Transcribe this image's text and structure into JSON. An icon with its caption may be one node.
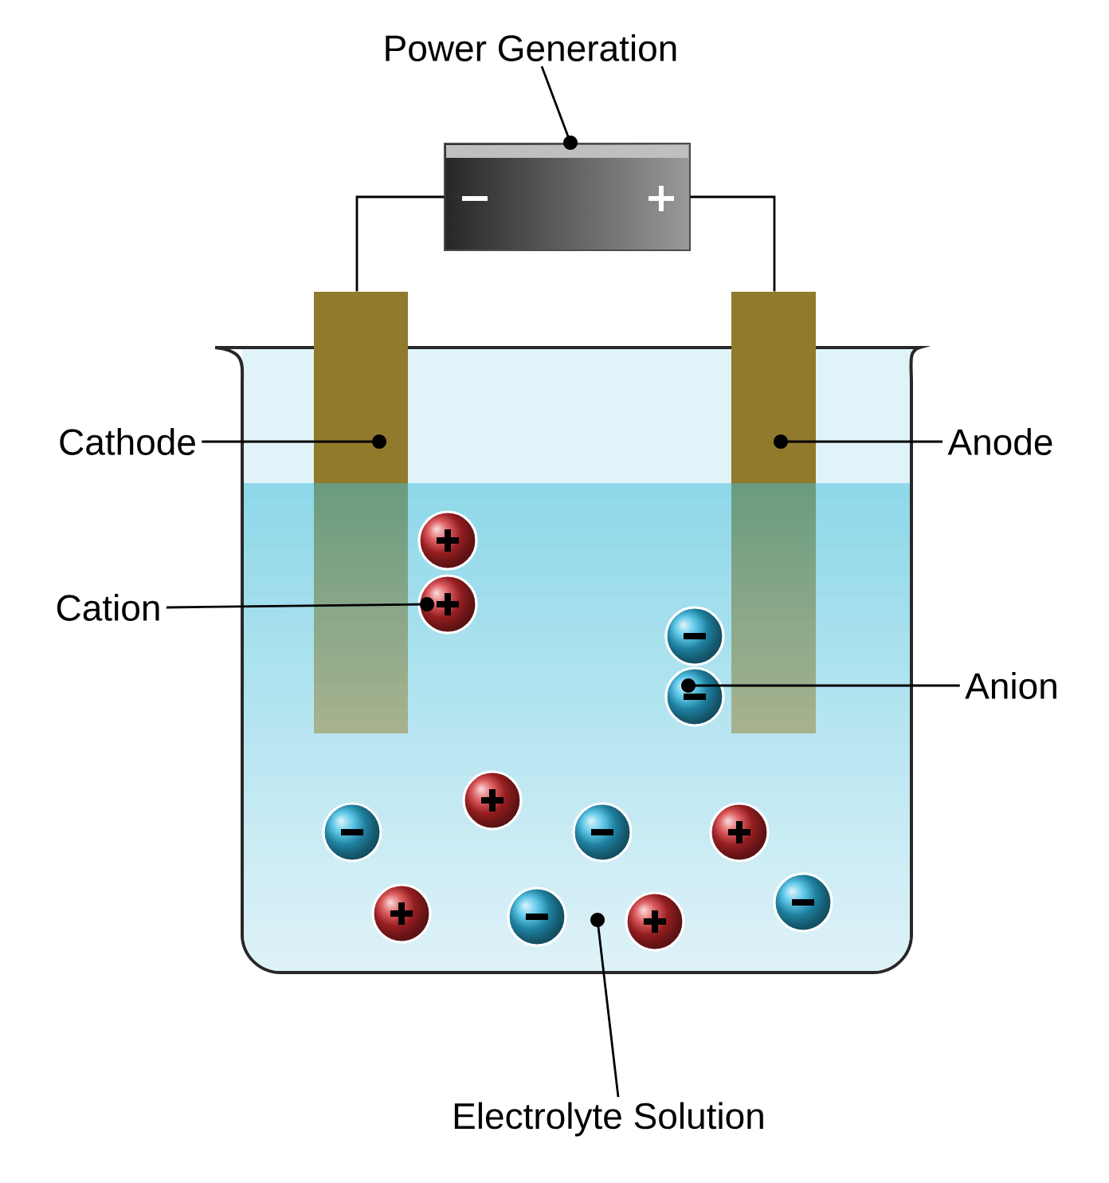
{
  "diagram": {
    "nodes": [
      {
        "text": [
          "Power Generation"
        ]
      },
      {
        "text": [],
        "shape": "picture"
      },
      {
        "text": [
          "Cathode"
        ]
      },
      {
        "text": [],
        "shape": "bar"
      },
      {
        "text": [
          "Anode"
        ]
      },
      {
        "text": [],
        "shape": "bar"
      },
      {
        "text": [
          "Cation"
        ]
      },
      {
        "text": [],
        "shape": "circle",
        "in": 11
      },
      {
        "text": [
          "Anion"
        ]
      },
      {
        "text": [],
        "shape": "circle",
        "in": 11
      },
      {
        "text": [
          "Electrolyte Solution"
        ]
      },
      {
        "text": [],
        "shape": "box"
      },
      {
        "text": [],
        "shape": "circle",
        "in": 11
      },
      {
        "text": [],
        "shape": "circle",
        "in": 11
      },
      {
        "text": [],
        "shape": "circle",
        "in": 11
      },
      {
        "text": [],
        "shape": "circle",
        "in": 11
      },
      {
        "text": [],
        "shape": "circle",
        "in": 11
      },
      {
        "text": [],
        "shape": "circle",
        "in": 11
      },
      {
        "text": [],
        "shape": "circle",
        "in": 11
      },
      {
        "text": [],
        "shape": "circle",
        "in": 11
      },
      {
        "text": [],
        "shape": "circle",
        "in": 11
      },
      {
        "text": [],
        "shape": "circle",
        "in": 11
      }
    ],
    "edges": [
      {
        "from": 0,
        "to": 1,
        "arrow": "other"
      },
      {
        "from": 1,
        "to": 3,
        "arrow": "none"
      },
      {
        "from": 1,
        "to": 5,
        "arrow": "none"
      },
      {
        "from": 2,
        "to": 3,
        "arrow": "other"
      },
      {
        "from": 4,
        "to": 5,
        "arrow": "other"
      },
      {
        "from": 6,
        "to": 7,
        "arrow": "other"
      },
      {
        "from": 8,
        "to": 9,
        "arrow": "other"
      },
      {
        "from": 10,
        "to": 11,
        "arrow": "other"
      }
    ]
  }
}
